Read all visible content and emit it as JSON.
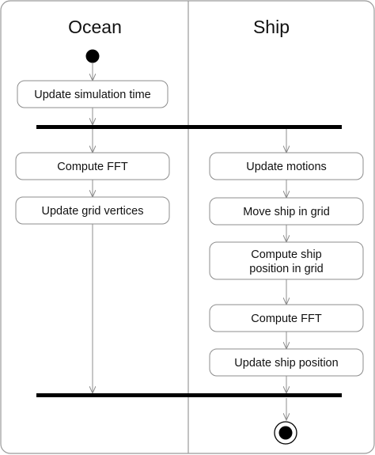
{
  "swimlanes": [
    {
      "id": "ocean",
      "title": "Ocean"
    },
    {
      "id": "ship",
      "title": "Ship"
    }
  ],
  "ocean": {
    "nodes": [
      {
        "id": "update-sim-time",
        "lines": [
          "Update simulation time"
        ]
      },
      {
        "id": "compute-fft",
        "lines": [
          "Compute FFT"
        ]
      },
      {
        "id": "update-grid-vertices",
        "lines": [
          "Update grid vertices"
        ]
      }
    ]
  },
  "ship": {
    "nodes": [
      {
        "id": "update-motions",
        "lines": [
          "Update motions"
        ]
      },
      {
        "id": "move-ship",
        "lines": [
          "Move ship in grid"
        ]
      },
      {
        "id": "compute-ship-position",
        "lines": [
          "Compute ship",
          "position in grid"
        ]
      },
      {
        "id": "compute-fft",
        "lines": [
          "Compute FFT"
        ]
      },
      {
        "id": "update-ship-position",
        "lines": [
          "Update ship position"
        ]
      }
    ]
  },
  "colors": {
    "border": "#9a9a9a",
    "node_border": "#8c8c8c",
    "node_fill": "#ffffff",
    "bar": "#000000",
    "arrow": "#8c8c8c",
    "text": "#111111"
  }
}
